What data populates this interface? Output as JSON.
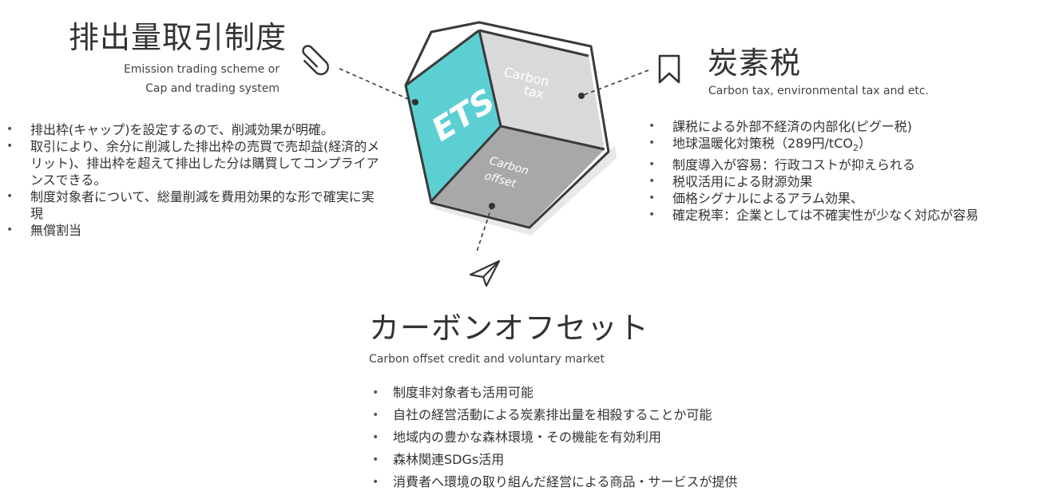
{
  "ets": {
    "title": "排出量取引制度",
    "subtitle_line1": "Emission trading scheme or",
    "subtitle_line2": "Cap and trading system",
    "bullets": [
      "排出枠(キャップ)を設定するので、削減効果が明確。",
      "取引により、余分に削減した排出枠の売買で売却益(経済的メリット)、排出枠を超えて排出した分は購買してコンプライアンスできる。",
      "制度対象者について、総量削減を費用効果的な形で確実に実現",
      "無償割当"
    ],
    "icon": "paperclip-icon"
  },
  "tax": {
    "title": "炭素税",
    "subtitle": "Carbon tax, environmental tax and etc.",
    "bullets": [
      "課税による外部不経済の内部化(ピグー税)",
      "地球温暖化対策税（289円/tCO",
      "制度導入が容易：行政コストが抑えられる",
      "税収活用による財源効果",
      "価格シグナルによるアラム効果、",
      "確定税率：企業としては不確実性が少なく対応が容易"
    ],
    "bullet2_subscript": "2",
    "bullet2_suffix": "）",
    "icon": "bookmark-icon"
  },
  "offset": {
    "title": "カーボンオフセット",
    "subtitle": "Carbon offset credit and voluntary market",
    "bullets": [
      "制度非対象者も活用可能",
      "自社の経営活動による炭素排出量を相殺することか可能",
      "地域内の豊かな森林環境・その機能を有効利用",
      "森林関連SDGs活用",
      "消費者へ環境の取り組んだ経営による商品・サービスが提供"
    ],
    "icon": "paper-plane-icon"
  },
  "cube": {
    "face_left": "ETS",
    "face_right_line1": "Carbon",
    "face_right_line2": "tax",
    "face_bottom_line1": "Carbon",
    "face_bottom_line2": "offset",
    "colors": {
      "ets": "#5ccfd3",
      "tax": "#d9d9d9",
      "offset": "#a8a8a8",
      "shadow": "#e8e8e8",
      "edge": "#3a3a3a"
    }
  }
}
